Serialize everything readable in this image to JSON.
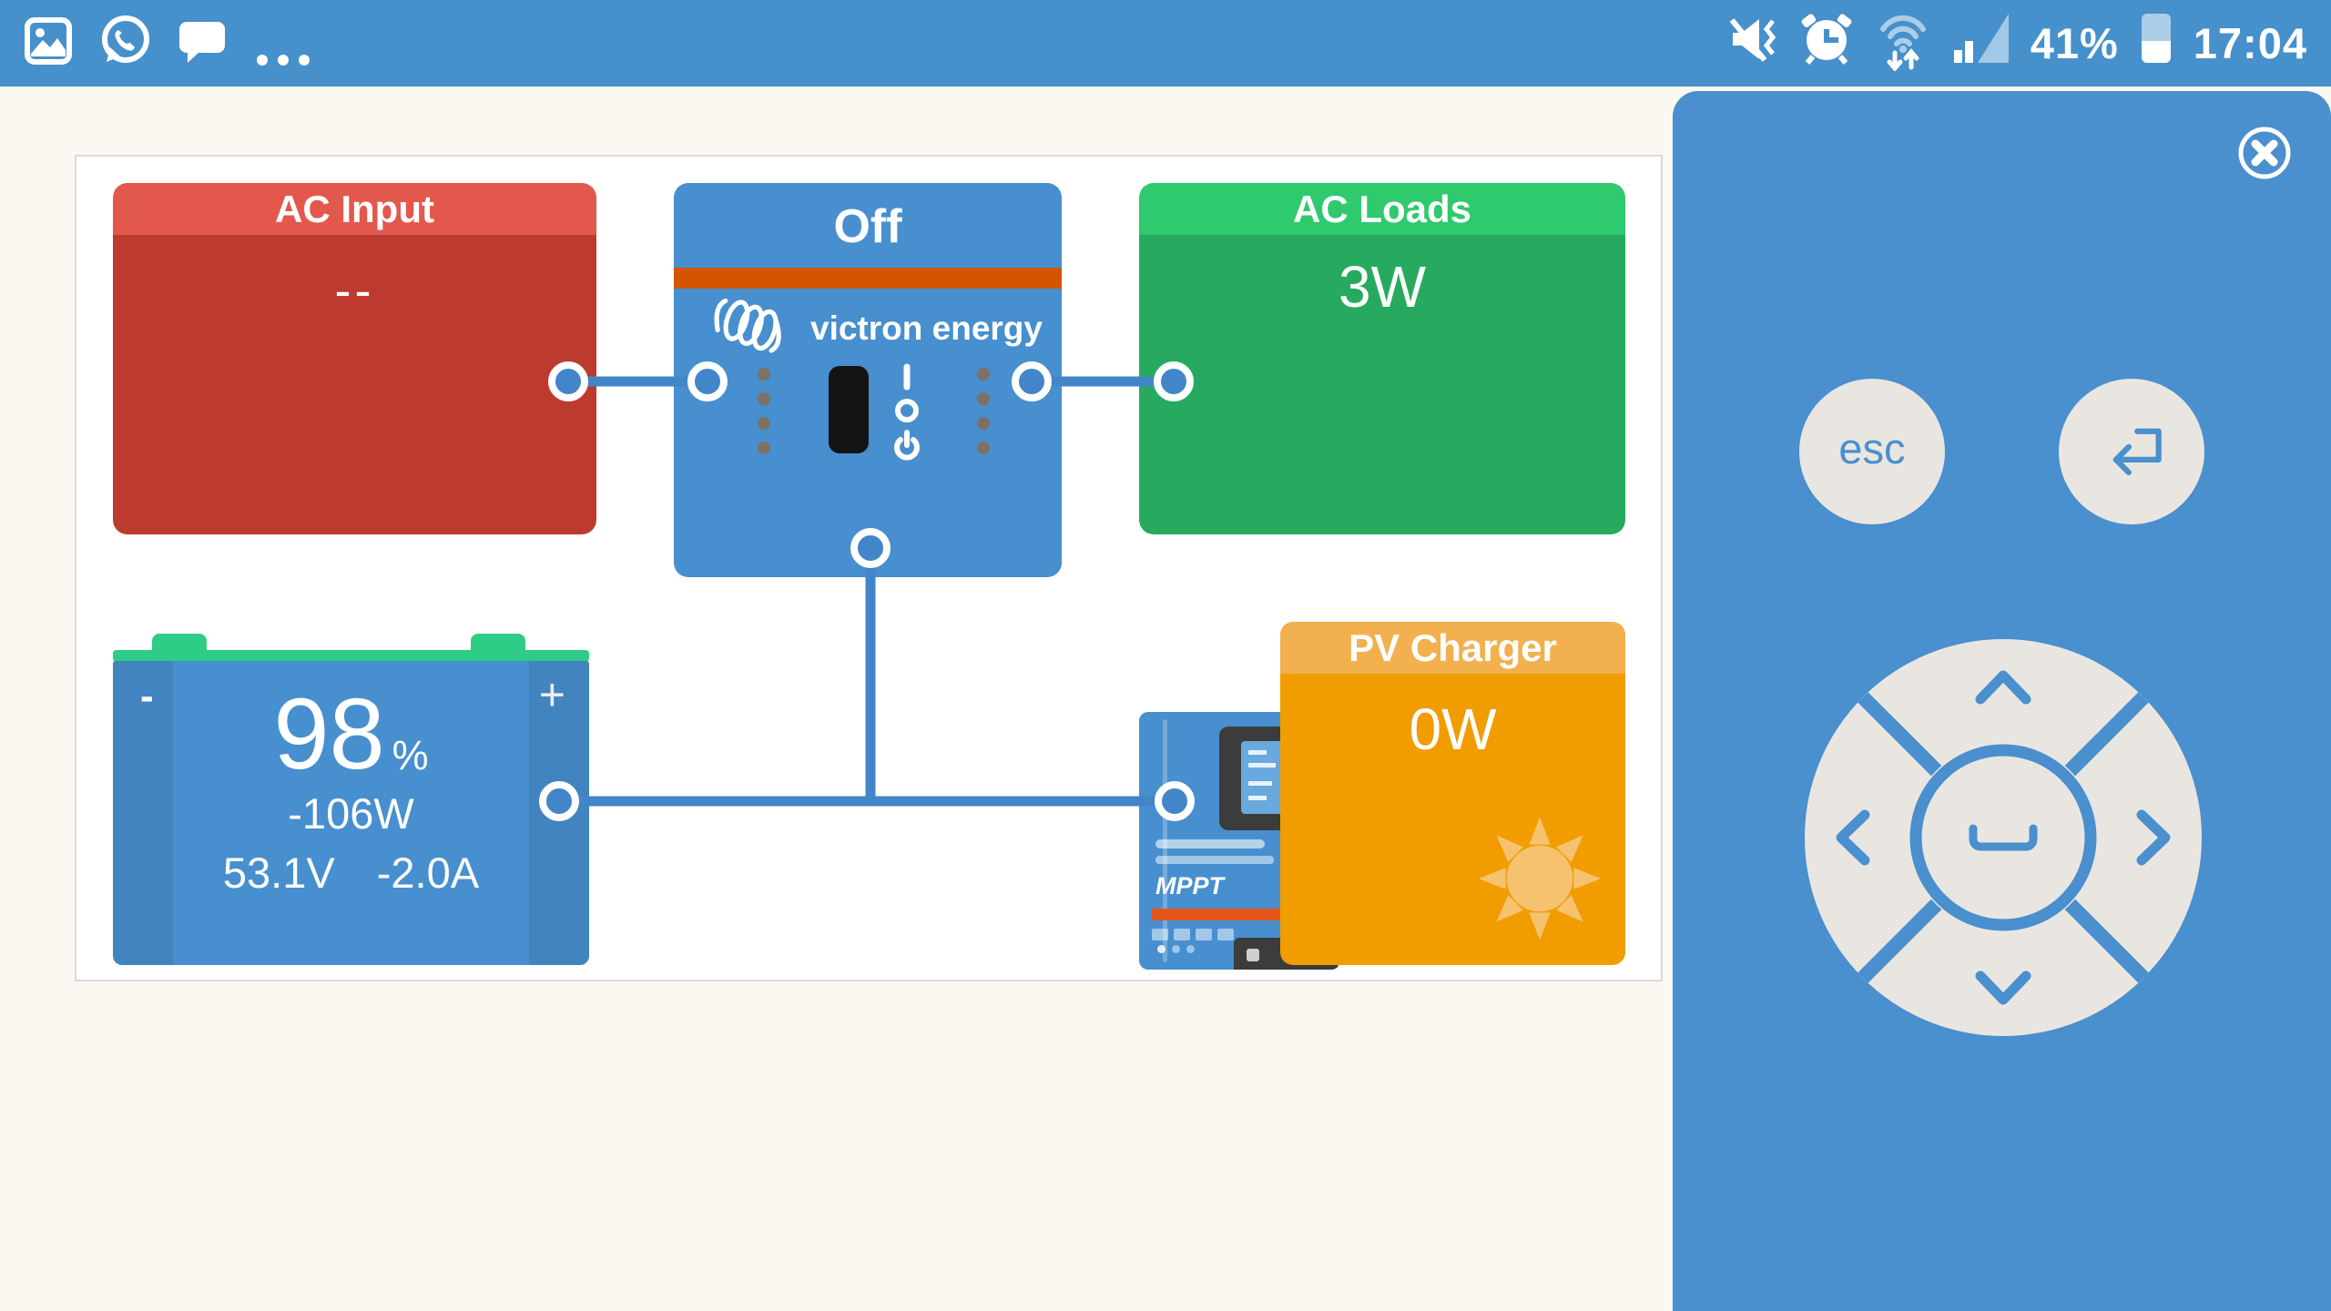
{
  "status_bar": {
    "time": "17:04",
    "battery_percent": "41%",
    "icons_left": [
      "gallery-icon",
      "whatsapp-icon",
      "messages-icon",
      "more-dots-icon"
    ],
    "icons_right": [
      "mute-vibrate-icon",
      "alarm-icon",
      "wifi-icon",
      "signal-icon",
      "battery-icon"
    ]
  },
  "diagram": {
    "ac_input": {
      "title": "AC Input",
      "value": "--"
    },
    "inverter": {
      "state": "Off",
      "brand": "victron energy"
    },
    "ac_loads": {
      "title": "AC Loads",
      "value": "3W"
    },
    "battery": {
      "soc": "98",
      "soc_unit": "%",
      "power": "-106W",
      "voltage": "53.1V",
      "current": "-2.0A",
      "minus_label": "-",
      "plus_label": "+"
    },
    "pv_charger": {
      "title": "PV Charger",
      "value": "0W"
    },
    "mppt_device": {
      "label": "MPPT"
    }
  },
  "remote": {
    "esc_label": "esc",
    "keys": [
      "esc",
      "enter",
      "up",
      "down",
      "left",
      "right",
      "space",
      "close"
    ]
  },
  "colors": {
    "status_bar_blue": "#4690cb",
    "sidebar_blue": "#4a8fce",
    "box_blue": "#478fce",
    "wire_blue": "#4285c8",
    "red_header": "#e3584d",
    "red_body": "#bd3a2e",
    "green_header": "#2fc96e",
    "green_body": "#27aa5f",
    "battery_green": "#2ecc84",
    "orange_header": "#f2b04f",
    "orange_body": "#f19d00",
    "inverter_stripe": "#d45500",
    "background_cream": "#faf8f0",
    "button_gray": "#e9e6e1"
  }
}
